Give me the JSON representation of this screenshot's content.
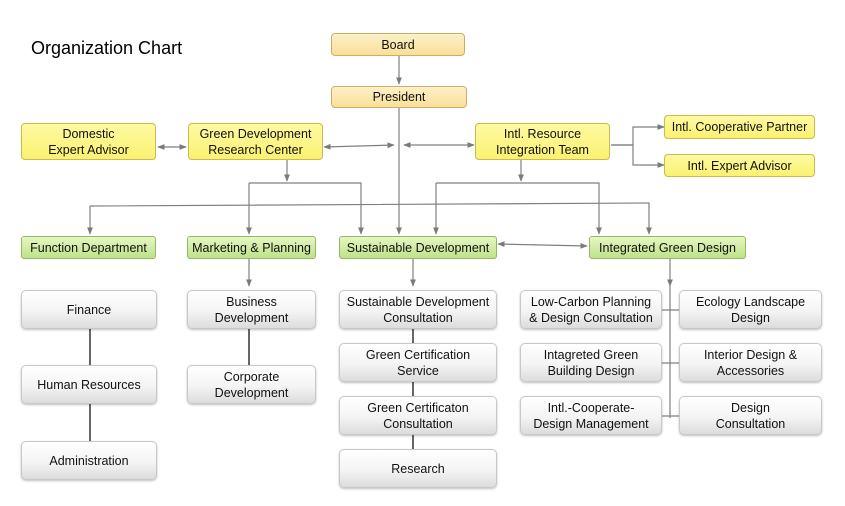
{
  "title": "Organization Chart",
  "top": {
    "board": "Board",
    "president": "President"
  },
  "advisory": {
    "domestic_expert_advisor": "Domestic\nExpert Advisor",
    "green_dev_research_center": "Green Development\nResearch Center",
    "intl_resource_integration_team": "Intl. Resource\nIntegration Team",
    "intl_cooperative_partner": "Intl. Cooperative Partner",
    "intl_expert_advisor": "Intl. Expert Advisor"
  },
  "departments": {
    "function": "Function Department",
    "marketing": "Marketing & Planning",
    "sustainable": "Sustainable Development",
    "integrated": "Integrated Green Design"
  },
  "units": {
    "finance": "Finance",
    "human_resources": "Human Resources",
    "administration": "Administration",
    "business_development": "Business\nDevelopment",
    "corporate_development": "Corporate\nDevelopment",
    "sd_consultation": "Sustainable Development\nConsultation",
    "green_cert_service": "Green Certification\nService",
    "green_cert_consultation": "Green Certificaton\nConsultation",
    "research": "Research",
    "low_carbon": "Low-Carbon Planning\n& Design Consultation",
    "ecology_landscape": "Ecology Landscape\nDesign",
    "integrated_green_building": "Intagreted Green\nBuilding Design",
    "interior_design": "Interior Design &\nAccessories",
    "intl_cooperate_design": "Intl.-Cooperate-\nDesign Management",
    "design_consultation": "Design\nConsultation"
  },
  "colors": {
    "top_fill": "#fadf98",
    "advisory_fill": "#fbf170",
    "department_fill": "#bde38a",
    "unit_fill": "#eeeeee",
    "connector": "#808080"
  }
}
